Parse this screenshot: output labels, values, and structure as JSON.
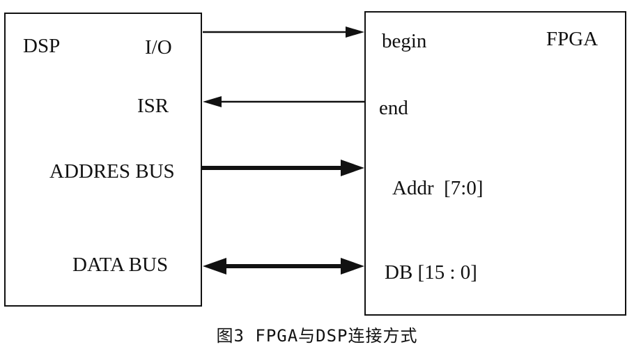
{
  "dsp": {
    "title": "DSP",
    "io_label": "I/O",
    "isr_label": "ISR",
    "address_bus_label": "ADDRES BUS",
    "data_bus_label": "DATA BUS"
  },
  "fpga": {
    "title": "FPGA",
    "begin_label": "begin",
    "end_label": "end",
    "addr_label": "Addr  [7:0]",
    "db_label": "DB [15 : 0]"
  },
  "caption": "图3 FPGA与DSP连接方式",
  "colors": {
    "stroke": "#111111",
    "background": "#ffffff"
  }
}
